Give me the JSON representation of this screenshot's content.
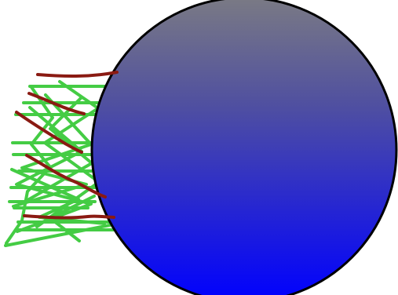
{
  "drawing": {
    "top_text": "",
    "colors": {
      "background": "#ffffff",
      "circle_gradient_top": "#7a7a84",
      "circle_gradient_bottom": "#0000ff",
      "circle_outline": "#000000",
      "green_strokes": "#44cc44",
      "red_strokes": "#8a1a12"
    },
    "shapes": {
      "circle": "circle",
      "green": "green-scribble",
      "red": "red-scribble"
    }
  }
}
